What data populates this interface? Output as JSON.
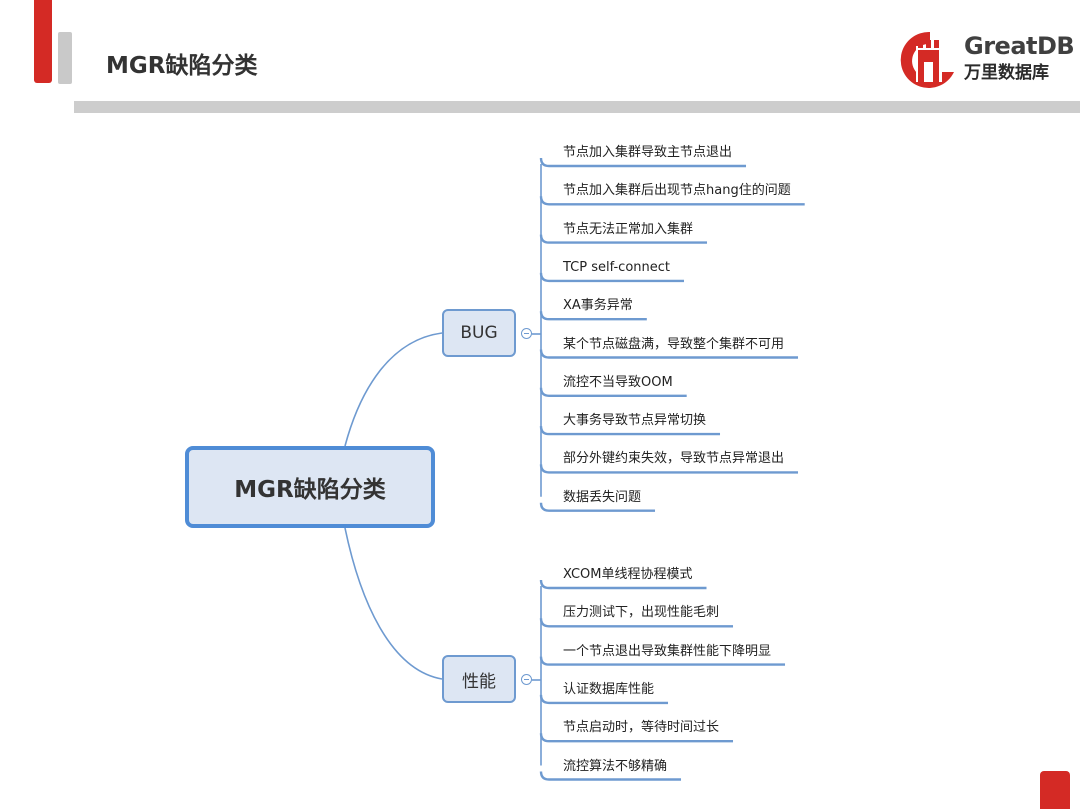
{
  "slide": {
    "title": "MGR缺陷分类"
  },
  "logo": {
    "brand_en": "GreatDB",
    "brand_cn": "万里数据库"
  },
  "colors": {
    "accent_red": "#d42a25",
    "node_border": "#4f8cd6",
    "node_fill": "#dde6f3",
    "connector": "#6e9ad0",
    "title_bar": "#cdcdcd"
  },
  "mindmap": {
    "root": "MGR缺陷分类",
    "branches": [
      {
        "label": "BUG",
        "items": [
          "节点加入集群导致主节点退出",
          "节点加入集群后出现节点hang住的问题",
          "节点无法正常加入集群",
          "TCP self-connect",
          "XA事务异常",
          "某个节点磁盘满，导致整个集群不可用",
          "流控不当导致OOM",
          "大事务导致节点异常切换",
          "部分外键约束失效，导致节点异常退出",
          "数据丢失问题"
        ]
      },
      {
        "label": "性能",
        "items": [
          "XCOM单线程协程模式",
          "压力测试下，出现性能毛刺",
          "一个节点退出导致集群性能下降明显",
          "认证数据库性能",
          "节点启动时，等待时间过长",
          "流控算法不够精确"
        ]
      }
    ]
  }
}
